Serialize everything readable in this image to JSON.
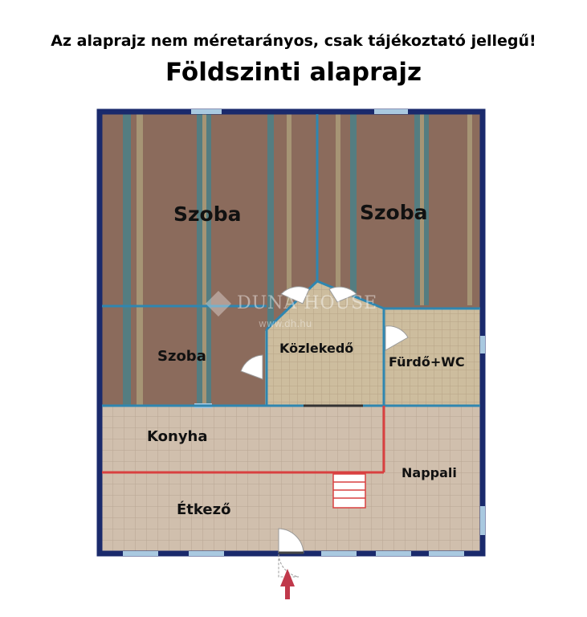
{
  "header": {
    "disclaimer": "Az alaprajz nem méretarányos, csak tájékoztató jellegű!",
    "title": "Földszinti alaprajz"
  },
  "rooms": {
    "szoba_1": "Szoba",
    "szoba_2": "Szoba",
    "szoba_3": "Szoba",
    "kozlekedo": "Közlekedő",
    "furdo": "Fürdő+WC",
    "konyha": "Konyha",
    "nappali": "Nappali",
    "etkezo": "Étkező"
  },
  "watermark": {
    "brand": "DUNA HOUSE",
    "url": "www.dh.hu"
  },
  "colors": {
    "wall": "#1a2a6c",
    "partition": "#2f86b0",
    "floor_wood": "#8b6b5c",
    "floor_tile": "#c9b9a6",
    "divider_red": "#d94040",
    "entrance_arrow": "#c0394b"
  }
}
